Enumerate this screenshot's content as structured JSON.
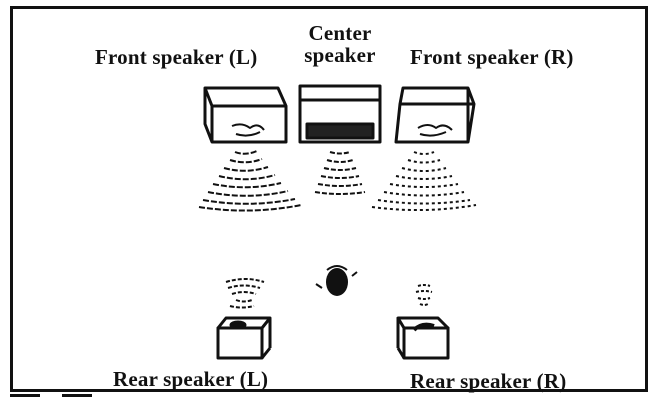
{
  "labels": {
    "front_left": "Front speaker (L)",
    "center_line1": "Center",
    "center_line2": "speaker",
    "front_right": "Front speaker (R)",
    "rear_left": "Rear speaker (L)",
    "rear_right": "Rear speaker (R)"
  },
  "icons": {
    "front_left": "speaker-icon",
    "center": "speaker-icon",
    "front_right": "speaker-icon",
    "rear_left": "speaker-icon",
    "rear_right": "speaker-icon",
    "listener": "listener-head-icon"
  },
  "colors": {
    "ink": "#111111",
    "background": "#ffffff"
  }
}
